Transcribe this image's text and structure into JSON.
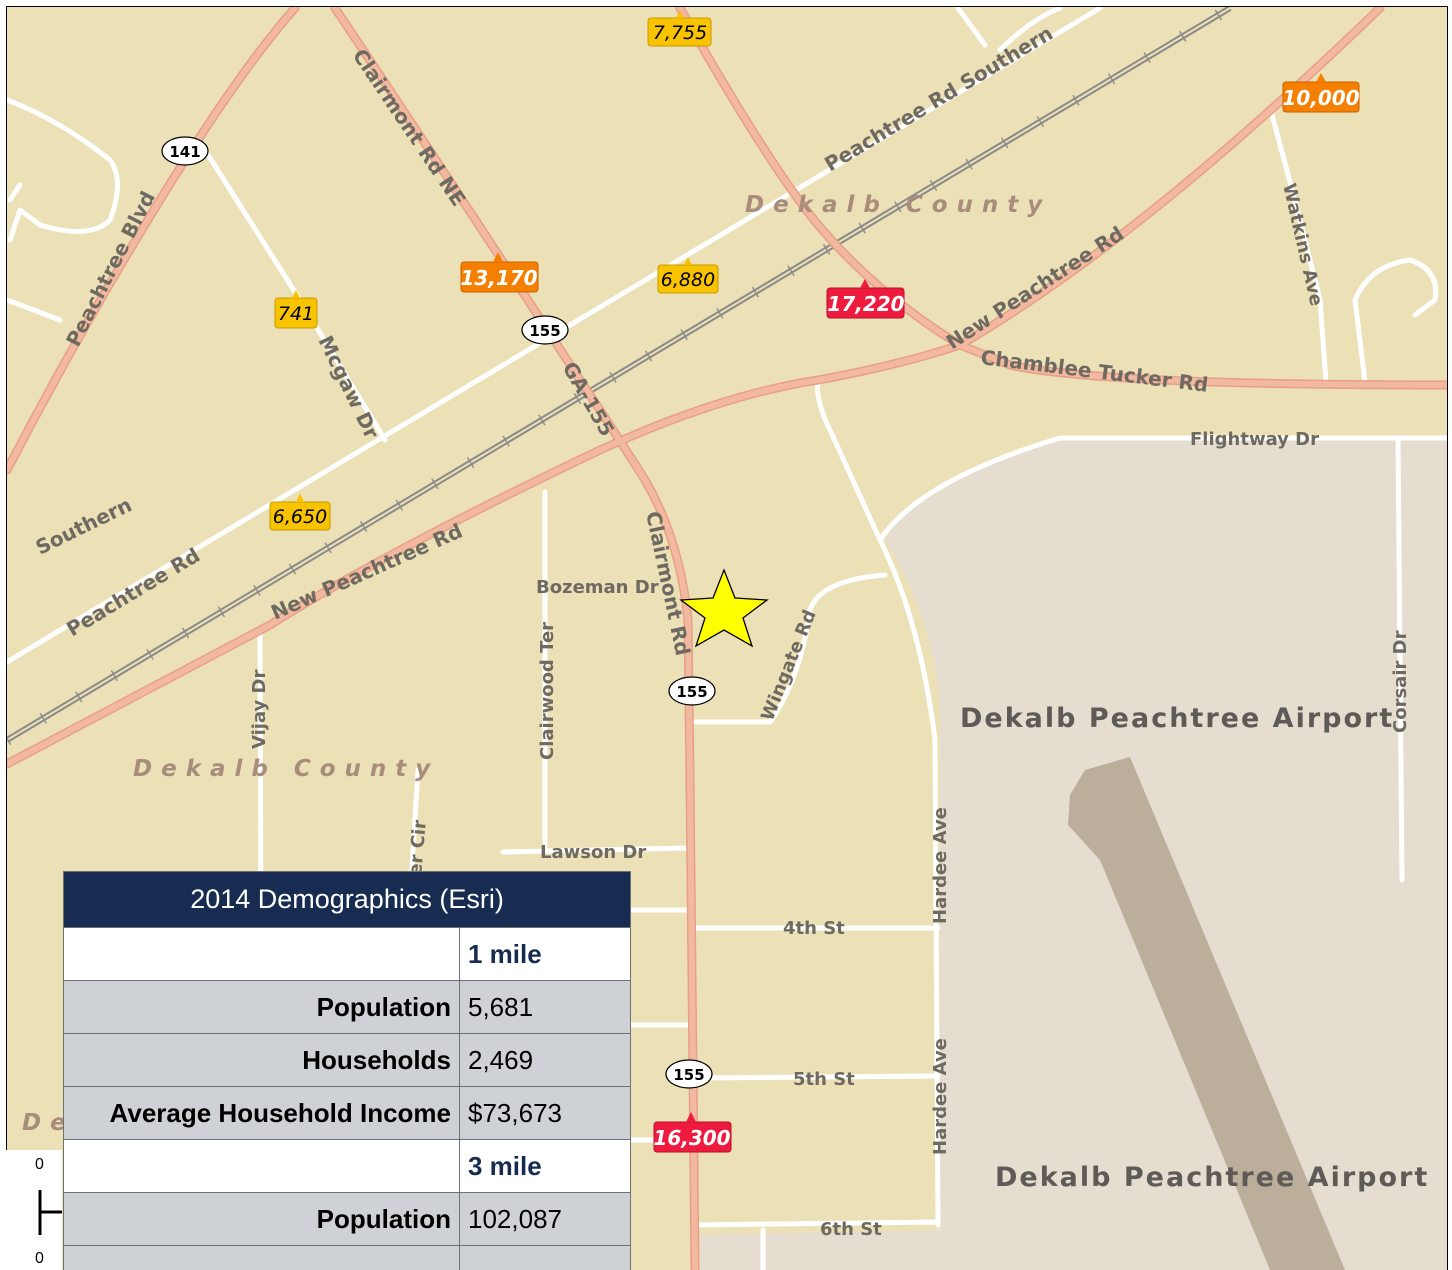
{
  "map": {
    "roads": [
      {
        "id": "clairmont-rd-ne",
        "label": "Clairmont Rd NE"
      },
      {
        "id": "ga-155",
        "label": "GA-155"
      },
      {
        "id": "clairmont-rd",
        "label": "Clairmont Rd"
      },
      {
        "id": "peachtree-blvd",
        "label": "Peachtree Blvd"
      },
      {
        "id": "mcgaw-dr",
        "label": "Mcgaw Dr"
      },
      {
        "id": "peachtree-rd-southern",
        "label": "Peachtree Rd  Southern"
      },
      {
        "id": "peachtree-rd-left",
        "label": "Peachtree Rd"
      },
      {
        "id": "southern-left",
        "label": "Southern"
      },
      {
        "id": "new-peachtree-rd-left",
        "label": "New Peachtree Rd"
      },
      {
        "id": "new-peachtree-rd-right",
        "label": "New Peachtree Rd"
      },
      {
        "id": "chamblee-tucker-rd",
        "label": "Chamblee Tucker Rd"
      },
      {
        "id": "watkins-ave",
        "label": "Watkins Ave"
      },
      {
        "id": "flightway-dr",
        "label": "Flightway Dr"
      },
      {
        "id": "bozeman-dr",
        "label": "Bozeman Dr"
      },
      {
        "id": "wingate-rd",
        "label": "Wingate Rd"
      },
      {
        "id": "vijay-dr",
        "label": "Vijay Dr"
      },
      {
        "id": "clairwood-ter",
        "label": "Clairwood Ter"
      },
      {
        "id": "lawson-dr",
        "label": "Lawson Dr"
      },
      {
        "id": "partial-cir",
        "label": "er Cir"
      },
      {
        "id": "corsair-dr",
        "label": "Corsair Dr"
      },
      {
        "id": "hardee-ave-1",
        "label": "Hardee Ave"
      },
      {
        "id": "hardee-ave-2",
        "label": "Hardee Ave"
      },
      {
        "id": "4th-st",
        "label": "4th St"
      },
      {
        "id": "5th-st",
        "label": "5th St"
      },
      {
        "id": "6th-st",
        "label": "6th St"
      }
    ],
    "counties": [
      {
        "id": "dekalb-county-top",
        "label": "Dekalb County"
      },
      {
        "id": "dekalb-county-left",
        "label": "Dekalb County"
      },
      {
        "id": "dekalb-partial",
        "label": "De"
      }
    ],
    "airport_labels": [
      {
        "id": "airport-label-1",
        "label": "Dekalb Peachtree Airport"
      },
      {
        "id": "airport-label-2",
        "label": "Dekalb Peachtree Airport"
      }
    ],
    "route_shields": [
      {
        "id": "shield-141",
        "label": "141"
      },
      {
        "id": "shield-155-a",
        "label": "155"
      },
      {
        "id": "shield-155-b",
        "label": "155"
      },
      {
        "id": "shield-155-c",
        "label": "155"
      }
    ],
    "traffic_counts": [
      {
        "id": "tc-7755",
        "value": "7,755",
        "level": "low"
      },
      {
        "id": "tc-10000",
        "value": "10,000",
        "level": "medium"
      },
      {
        "id": "tc-13170",
        "value": "13,170",
        "level": "medium"
      },
      {
        "id": "tc-6880",
        "value": "6,880",
        "level": "low"
      },
      {
        "id": "tc-741",
        "value": "741",
        "level": "low"
      },
      {
        "id": "tc-17220",
        "value": "17,220",
        "level": "high"
      },
      {
        "id": "tc-6650",
        "value": "6,650",
        "level": "low"
      },
      {
        "id": "tc-16300",
        "value": "16,300",
        "level": "high"
      }
    ],
    "colors": {
      "land": "#ece0b6",
      "airport": "#e6ddd1",
      "runway": "#bbae9b",
      "major_road": "#f3b9a0",
      "major_road_edge": "#e79f86",
      "minor_road": "#ffffff",
      "star": "#ffff00",
      "tc_low": "#f8c300",
      "tc_medium": "#f57f00",
      "tc_high": "#ee1b3f"
    }
  },
  "demographics": {
    "title": "2014 Demographics (Esri)",
    "rows": [
      {
        "type": "head",
        "label": "",
        "value": "1 mile"
      },
      {
        "type": "row",
        "label": "Population",
        "value": "5,681"
      },
      {
        "type": "row",
        "label": "Households",
        "value": "2,469"
      },
      {
        "type": "row",
        "label": "Average Household Income",
        "value": "$73,673"
      },
      {
        "type": "head",
        "label": "",
        "value": "3 mile"
      },
      {
        "type": "row",
        "label": "Population",
        "value": "102,087"
      },
      {
        "type": "row",
        "label": "",
        "value": ""
      }
    ]
  },
  "scale_bar": {
    "top_label": "0",
    "bottom_label": "0"
  }
}
